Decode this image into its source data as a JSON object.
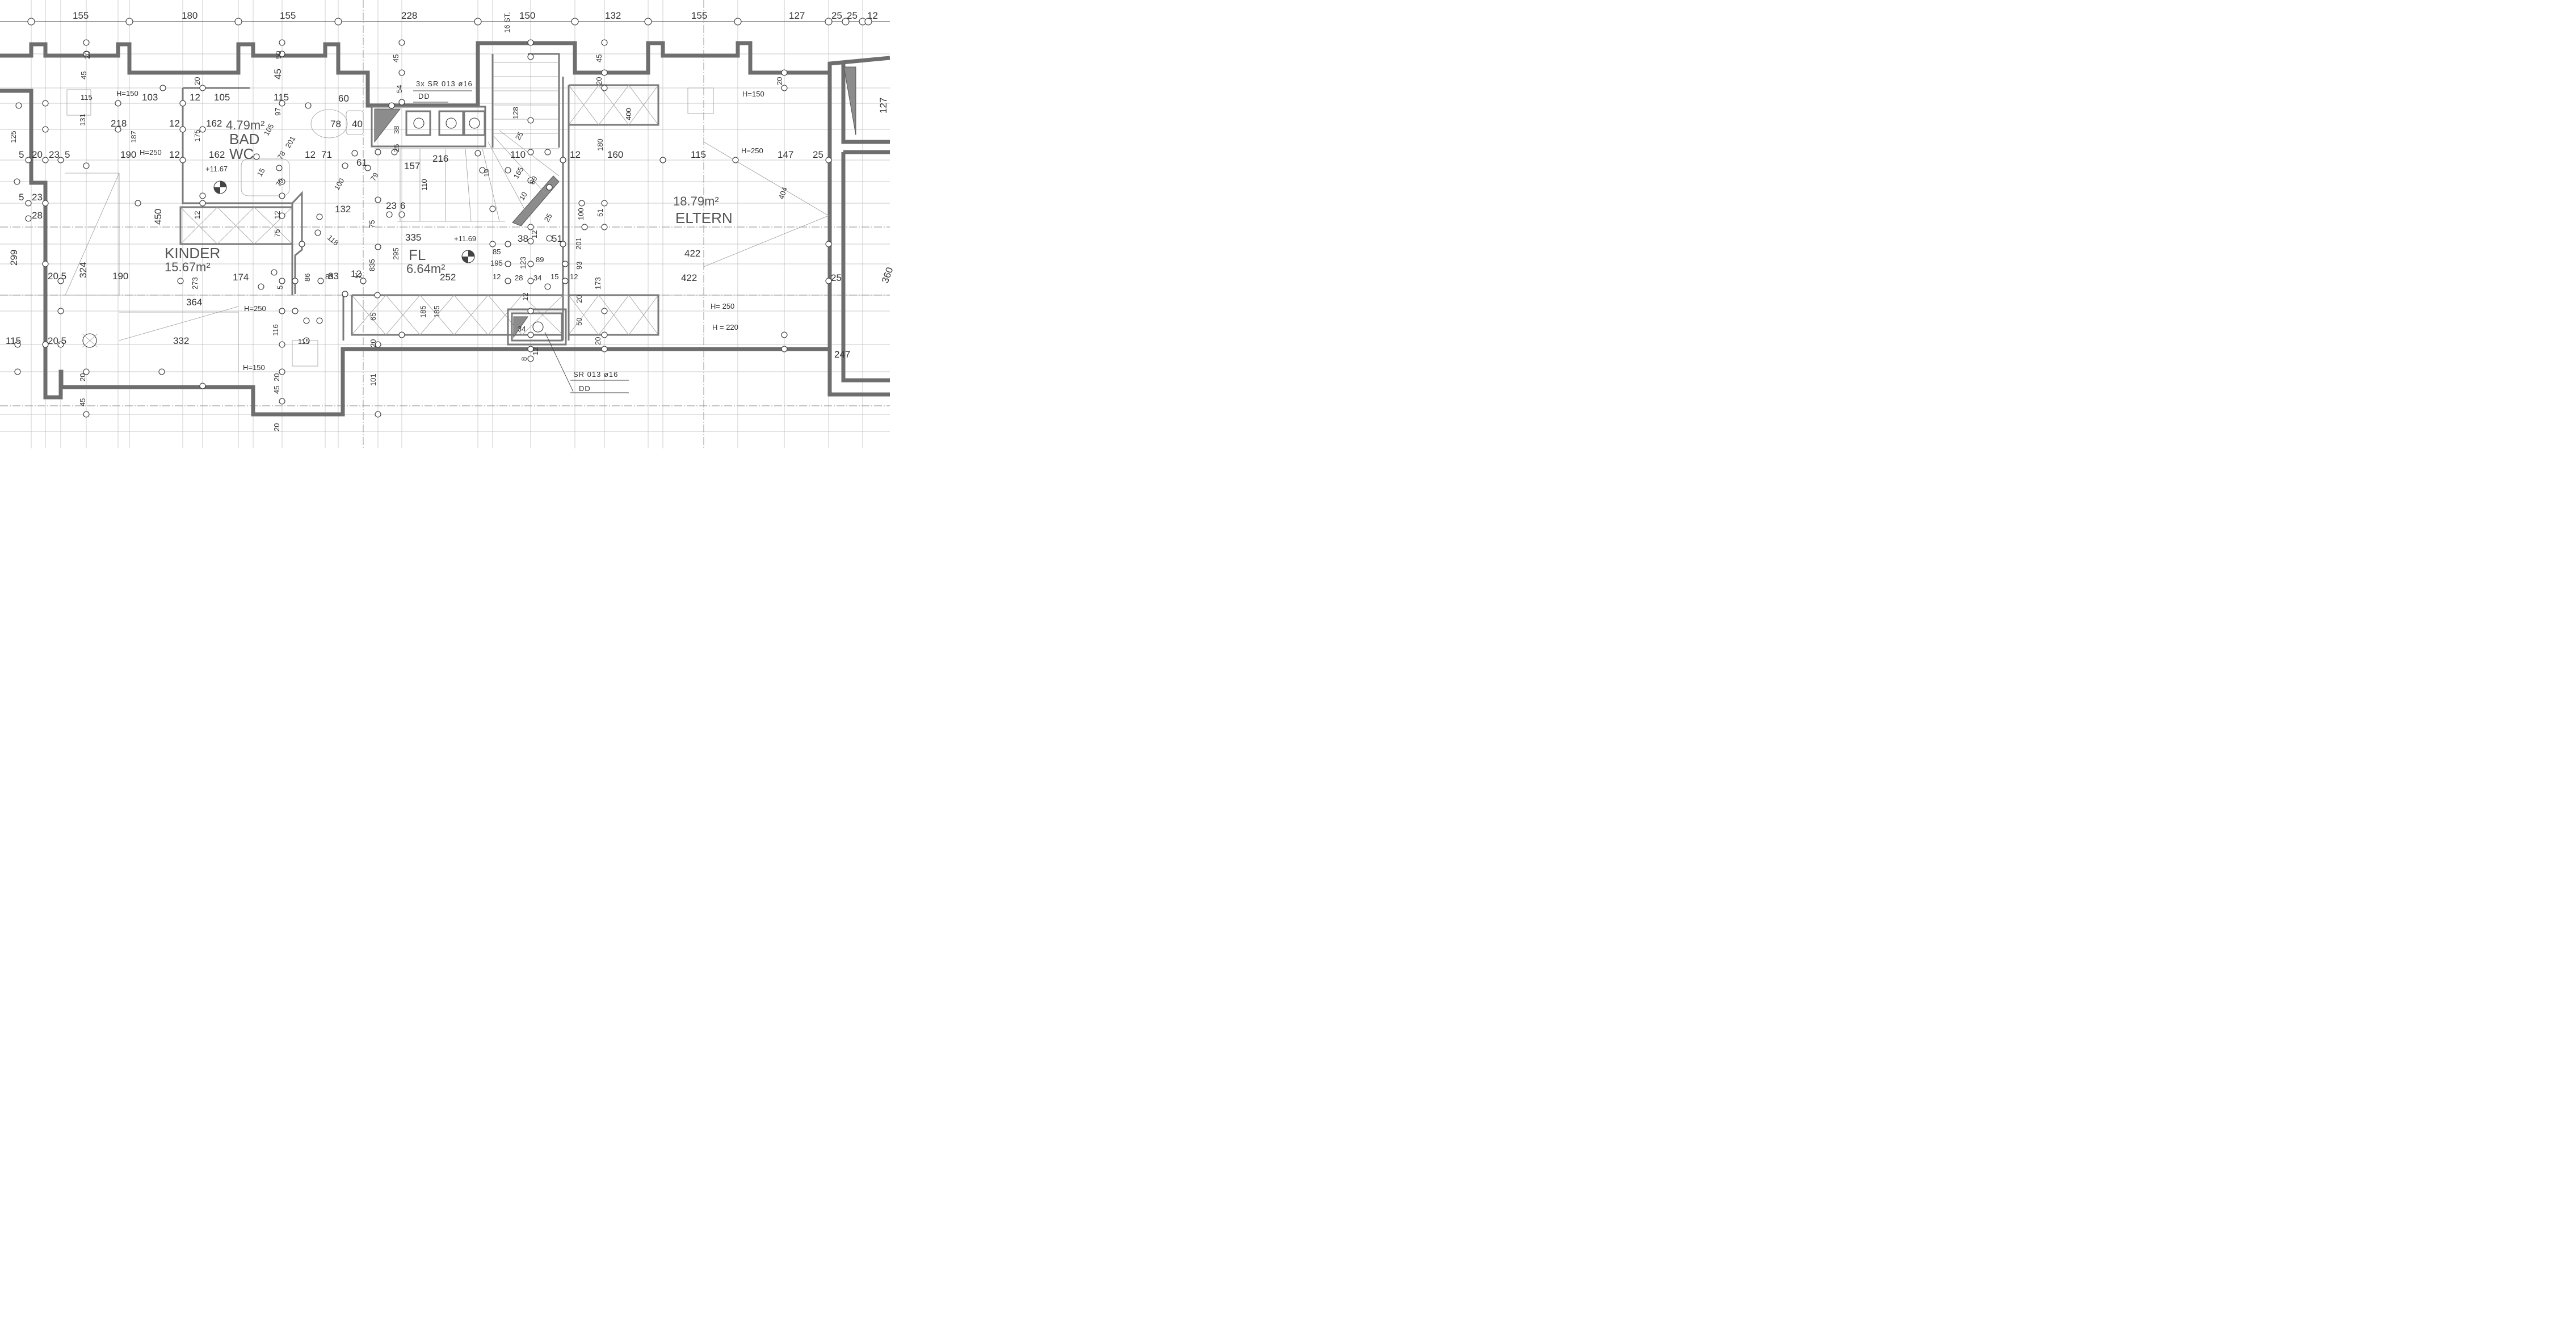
{
  "rooms": [
    {
      "name": "KINDER",
      "area": "15.67m²"
    },
    {
      "name": "BAD",
      "sub": "WC",
      "area": "4.79m²"
    },
    {
      "name": "FL",
      "area": "6.64m²"
    },
    {
      "name": "ELTERN",
      "area": "18.79m²"
    }
  ],
  "top_dims": [
    "155",
    "180",
    "155",
    "228",
    "16 ST.",
    "150",
    "132",
    "155",
    "127",
    "25",
    "25",
    "12"
  ],
  "levels": [
    "+11.67",
    "+11.69"
  ],
  "notes": {
    "chimney_top": "3x SR 013 ø16",
    "chimney_top_dd": "DD",
    "chimney_bottom": "SR 013 ø16",
    "chimney_bottom_dd": "DD"
  },
  "heights": [
    "H=150",
    "H=250",
    "H=250",
    "H=150",
    "H=150",
    "H=250",
    "H= 250",
    "H = 220"
  ],
  "dims": [
    "20",
    "45",
    "115",
    "103",
    "218",
    "187",
    "190",
    "131",
    "125",
    "5",
    "20",
    "23",
    "5",
    "5",
    "23",
    "28",
    "450",
    "299",
    "20.5",
    "324",
    "190",
    "20.5",
    "115",
    "332",
    "20",
    "45",
    "12",
    "105",
    "162",
    "175",
    "162",
    "12",
    "12",
    "115",
    "45",
    "20",
    "50",
    "60",
    "40",
    "78",
    "97",
    "105",
    "201",
    "78",
    "12",
    "71",
    "15",
    "79",
    "61",
    "100",
    "79",
    "12",
    "75",
    "12",
    "132",
    "75",
    "118",
    "12",
    "174",
    "273",
    "364",
    "116",
    "115",
    "20",
    "45",
    "20",
    "45",
    "54",
    "38",
    "25",
    "157",
    "216",
    "110",
    "23",
    "6",
    "335",
    "295",
    "83",
    "5",
    "86",
    "185",
    "83",
    "12",
    "835",
    "65",
    "185",
    "20",
    "101",
    "252",
    "128",
    "25",
    "110",
    "165",
    "89",
    "10",
    "25",
    "19",
    "38",
    "12",
    "51",
    "85",
    "195",
    "123",
    "89",
    "12",
    "28",
    "34",
    "15",
    "12",
    "93",
    "201",
    "12",
    "20",
    "50",
    "173",
    "20",
    "8",
    "12",
    "34",
    "45",
    "20",
    "400",
    "180",
    "12",
    "160",
    "100",
    "51",
    "422",
    "422",
    "115",
    "147",
    "25",
    "404",
    "20",
    "127",
    "25",
    "360",
    "247"
  ]
}
